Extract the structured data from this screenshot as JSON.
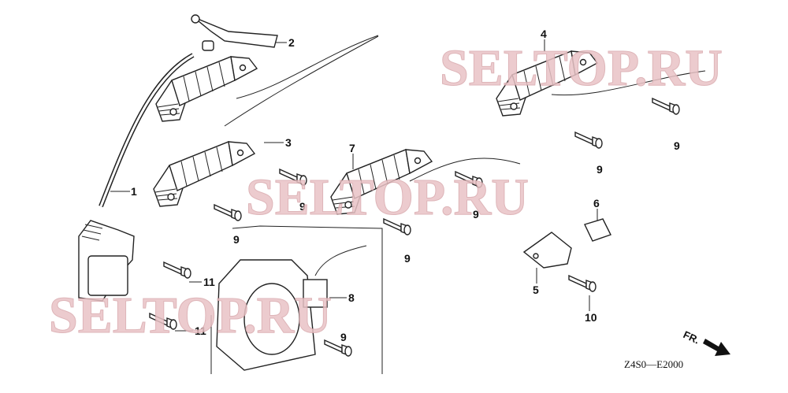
{
  "diagram": {
    "callouts": [
      {
        "id": "1",
        "label": "1"
      },
      {
        "id": "2",
        "label": "2"
      },
      {
        "id": "3",
        "label": "3"
      },
      {
        "id": "4",
        "label": "4"
      },
      {
        "id": "5",
        "label": "5"
      },
      {
        "id": "6",
        "label": "6"
      },
      {
        "id": "7",
        "label": "7"
      },
      {
        "id": "8",
        "label": "8"
      },
      {
        "id": "9a",
        "label": "9"
      },
      {
        "id": "9b",
        "label": "9"
      },
      {
        "id": "9c",
        "label": "9"
      },
      {
        "id": "9d",
        "label": "9"
      },
      {
        "id": "9e",
        "label": "9"
      },
      {
        "id": "9f",
        "label": "9"
      },
      {
        "id": "9g",
        "label": "9"
      },
      {
        "id": "10",
        "label": "10"
      },
      {
        "id": "11a",
        "label": "11"
      },
      {
        "id": "11b",
        "label": "11"
      }
    ],
    "diagram_code": "Z4S0—E2000",
    "direction_label": "FR.",
    "watermark": "SELTOP.RU"
  }
}
